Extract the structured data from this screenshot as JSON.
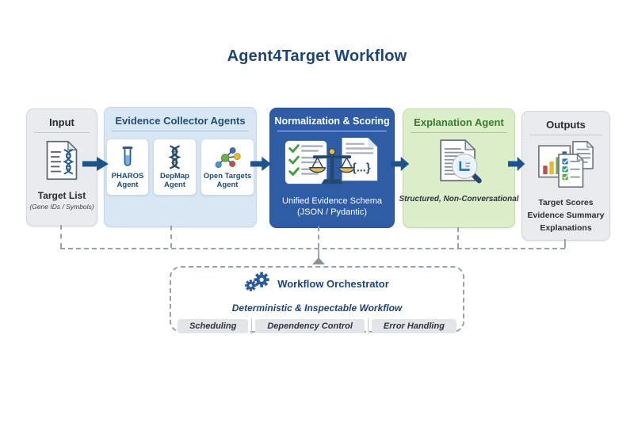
{
  "title": "Agent4Target Workflow",
  "colors": {
    "title_navy": "#1e4477",
    "arrow_blue": "#1f538c",
    "evidence_bg": "#d9e6f4",
    "evidence_header": "#1f4e79",
    "normalization_bg": "#2e5da5",
    "explanation_bg": "#dcedca",
    "explanation_header": "#3a7c2d",
    "neutral_box_bg": "#e9ebee",
    "dashed_gray": "#9aa1aa",
    "check_green": "#3fa03f",
    "pan_gold": "#eebc3f"
  },
  "input_box": {
    "header": "Input",
    "label": "Target List",
    "sublabel": "(Gene IDs / Symbols)"
  },
  "evidence_box": {
    "header": "Evidence Collector Agents",
    "agents": [
      {
        "name": "PHAROS",
        "suffix": "Agent"
      },
      {
        "name": "DepMap",
        "suffix": "Agent"
      },
      {
        "name": "Open Targets",
        "suffix": "Agent"
      }
    ]
  },
  "normalization_box": {
    "header": "Normalization & Scoring",
    "schema_symbol": "{...}",
    "label_line1": "Unified Evidence Schema",
    "label_line2": "(JSON / Pydantic)"
  },
  "explanation_box": {
    "header": "Explanation Agent",
    "label": "Structured, Non-Conversational"
  },
  "outputs_box": {
    "header": "Outputs",
    "items": [
      "Target Scores",
      "Evidence Summary",
      "Explanations"
    ]
  },
  "orchestrator": {
    "title": "Workflow Orchestrator",
    "subtitle": "Deterministic & Inspectable Workflow",
    "pills": [
      "Scheduling",
      "Dependency Control",
      "Error Handling"
    ]
  }
}
